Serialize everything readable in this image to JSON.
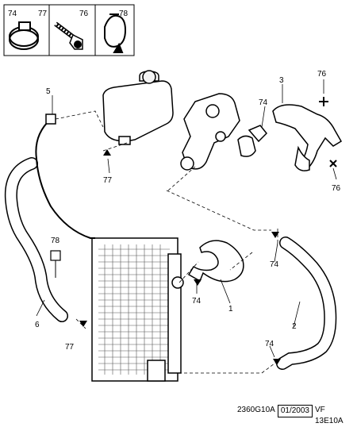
{
  "legend": {
    "items": [
      {
        "ref": "74",
        "icon": "hose-clamp-icon"
      },
      {
        "ref": "77",
        "icon": "bolt-icon"
      },
      {
        "ref": "76",
        "icon": "pipe-clip-icon"
      },
      {
        "ref": "78",
        "icon": "clip-icon"
      }
    ]
  },
  "callouts": {
    "c1": "1",
    "c2": "2",
    "c3": "3",
    "c5": "5",
    "c6": "6",
    "c74a": "74",
    "c74b": "74",
    "c74c": "74",
    "c74d": "74",
    "c76a": "76",
    "c76b": "76",
    "c77a": "77",
    "c77b": "77",
    "c78": "78"
  },
  "footer": {
    "ref": "2360G10A",
    "date": "01/2003",
    "code": "VF 13E10A"
  }
}
